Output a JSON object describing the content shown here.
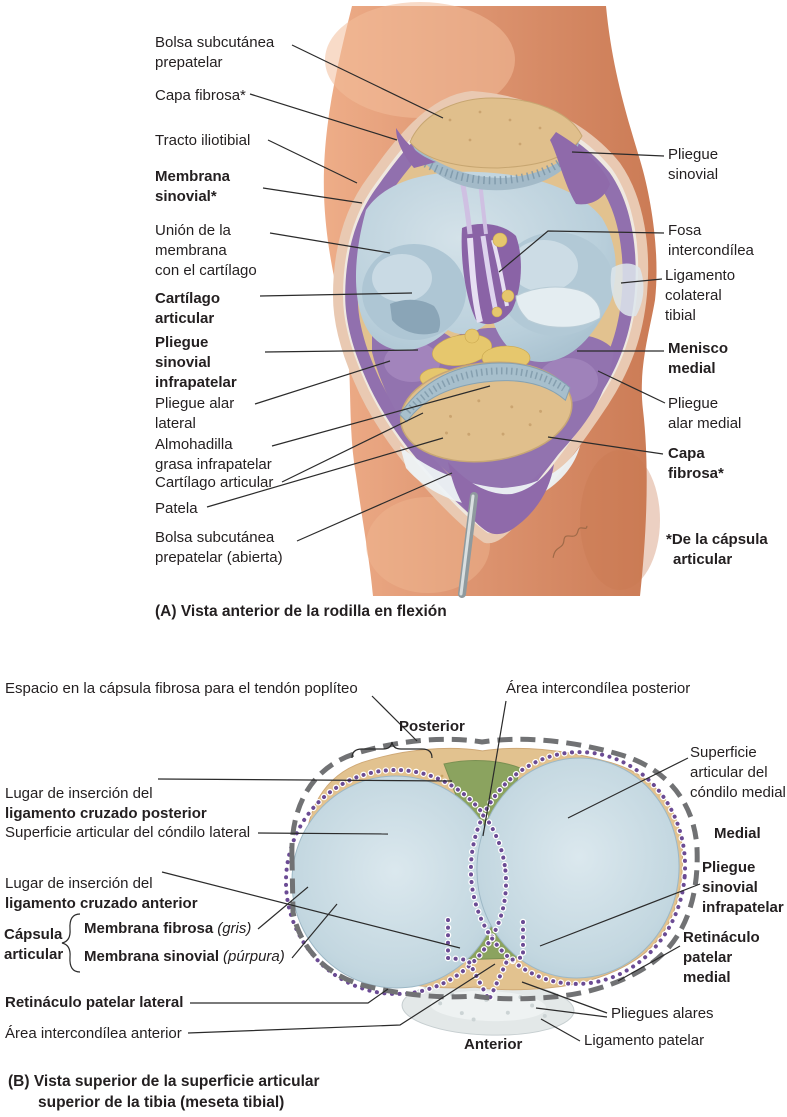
{
  "figure_a": {
    "caption": "(A) Vista anterior de la rodilla en flexión",
    "footnote": "*De la cápsula\narticular",
    "labels": {
      "bolsa_prepatelar": "Bolsa subcutánea\nprepatelar",
      "capa_fibrosa_left": "Capa fibrosa*",
      "tracto_iliotibial": "Tracto iliotibial",
      "membrana_sinovial": "Membrana\nsinovial*",
      "union_membrana": "Unión de la\nmembrana\ncon el cartílago",
      "cartilago_articular_femur": "Cartílago\narticular",
      "pliegue_sinovial_infrapatelar": "Pliegue\nsinovial\ninfrapatelar",
      "pliegue_alar_lateral": "Pliegue alar\nlateral",
      "almohadilla_grasa": "Almohadilla\ngrasa infrapatelar",
      "cartilago_articular_patela": "Cartílago articular",
      "patela": "Patela",
      "bolsa_abierta": "Bolsa subcutánea\nprepatelar (abierta)",
      "pliegue_sinovial": "Pliegue\nsinovial",
      "fosa_intercondilea": "Fosa\nintercondílea",
      "ligamento_colateral": "Ligamento\ncolateral\ntibial",
      "menisco_medial": "Menisco\nmedial",
      "pliegue_alar_medial": "Pliegue\nalar medial",
      "capa_fibrosa_right": "Capa\nfibrosa*"
    }
  },
  "figure_b": {
    "caption": "(B) Vista superior de la superficie articular\nsuperior de la tibia (meseta tibial)",
    "labels": {
      "espacio_capsula": "Espacio en la cápsula fibrosa para el tendón poplíteo",
      "insercion_pcl_line1": "Lugar de inserción del",
      "insercion_pcl_line2": "ligamento cruzado posterior",
      "superficie_condilo_lateral": "Superficie articular del cóndilo lateral",
      "insercion_acl_line1": "Lugar de inserción del",
      "insercion_acl_line2": "ligamento cruzado anterior",
      "capsula_articular": "Cápsula\narticular",
      "membrana_fibrosa": "Membrana fibrosa",
      "membrana_fibrosa_note": "(gris)",
      "membrana_sinovial": "Membrana sinovial",
      "membrana_sinovial_note": "(púrpura)",
      "retinaculo_lateral": "Retináculo patelar lateral",
      "area_intercondilea_anterior": "Área intercondílea anterior",
      "area_intercondilea_posterior": "Área intercondílea posterior",
      "posterior": "Posterior",
      "superficie_condilo_medial": "Superficie\narticular del\ncóndilo medial",
      "medial": "Medial",
      "pliegue_sinovial_infrapatelar": "Pliegue\nsinovial\ninfrapatelar",
      "retinaculo_medial": "Retináculo\npatelar\nmedial",
      "pliegues_alares": "Pliegues alares",
      "ligamento_patelar": "Ligamento patelar",
      "anterior": "Anterior"
    }
  },
  "colors": {
    "skin": "#dd9470",
    "bone": "#e2c28f",
    "cartilage": "#b9cfdb",
    "synovial_purple": "#8f6aaa",
    "fat_yellow": "#e6c76d",
    "intercondylar_green": "#8ba35f",
    "fibrous_dash_gray": "#717274",
    "synovial_dot_purple": "#6b4b94",
    "label_text": "#231f20"
  }
}
